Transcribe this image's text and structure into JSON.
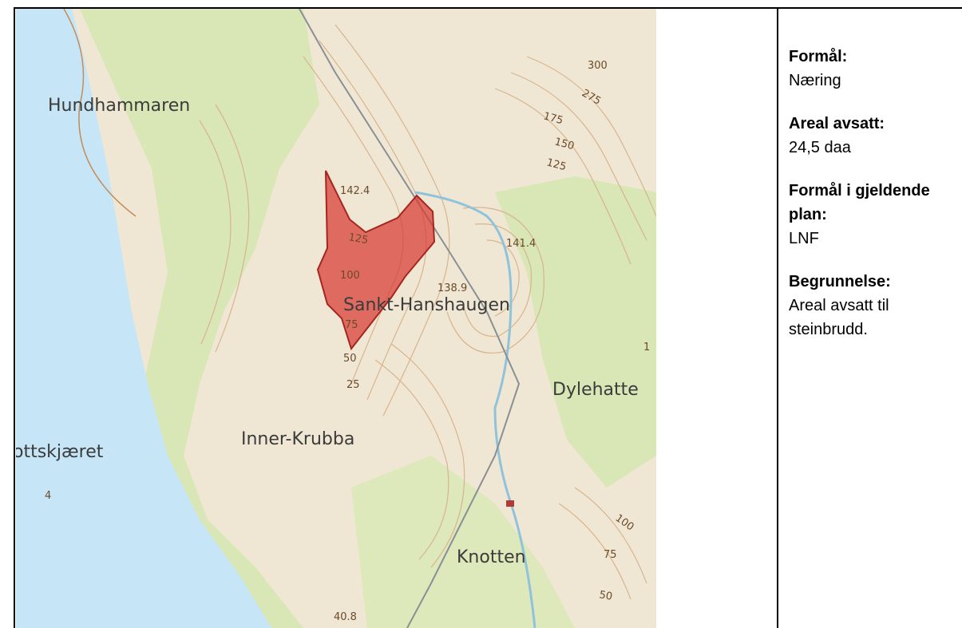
{
  "map": {
    "place_names": {
      "hundhammaren": "Hundhammaren",
      "sankt_hanshaugen": "Sankt-Hanshaugen",
      "inner_krubba": "Inner-Krubba",
      "ottskjaeret": "ottskjæret",
      "dylehatte": "Dylehatte",
      "knotten": "Knotten"
    },
    "elevation_labels": {
      "e300": "300",
      "e275": "275",
      "e175": "175",
      "e150": "150",
      "e125a": "125",
      "e1424": "142.4",
      "e125b": "125",
      "e1414": "141.4",
      "e100": "100",
      "e1389": "138.9",
      "e75": "75",
      "e50": "50",
      "e25": "25",
      "e100b": "100",
      "e75b": "75",
      "e50b": "50",
      "e408": "40.8",
      "e1": "1",
      "e4": "4"
    },
    "colors": {
      "water": "#c6e6f7",
      "land": "#efe7d3",
      "forest": "#d9e6b5",
      "area_fill": "#d83a33",
      "area_stroke": "#a52520",
      "contour": "#d8b48f"
    }
  },
  "info": {
    "purpose_title": "Formål:",
    "purpose_value": "Næring",
    "area_title": "Areal avsatt:",
    "area_value": "24,5 daa",
    "current_plan_title": "Formål i gjeldende plan:",
    "current_plan_value": "LNF",
    "justification_title": "Begrunnelse:",
    "justification_value": "Areal avsatt til steinbrudd."
  }
}
